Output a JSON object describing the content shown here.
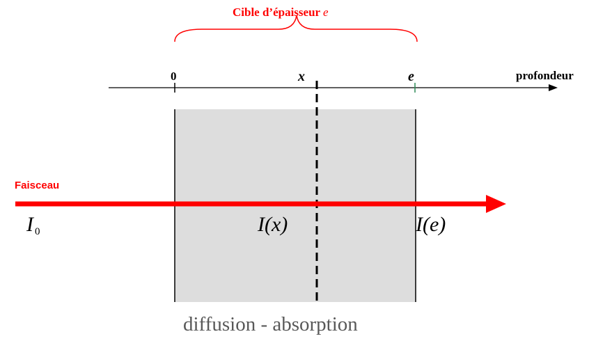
{
  "colors": {
    "beam": "#ff0000",
    "target_fill": "#dddddd",
    "text": "#000000",
    "caption": "#595959"
  },
  "title": {
    "text": "Cible d’épaisseur",
    "variable": "e"
  },
  "axis": {
    "name": "profondeur",
    "ticks": [
      "0",
      "x",
      "e"
    ]
  },
  "beam": {
    "label": "Faisceau"
  },
  "intensities": {
    "incident_symbol": "I",
    "incident_subscript": "0",
    "at_x": "I(x)",
    "at_e": "I(e)"
  },
  "caption": "diffusion - absorption"
}
